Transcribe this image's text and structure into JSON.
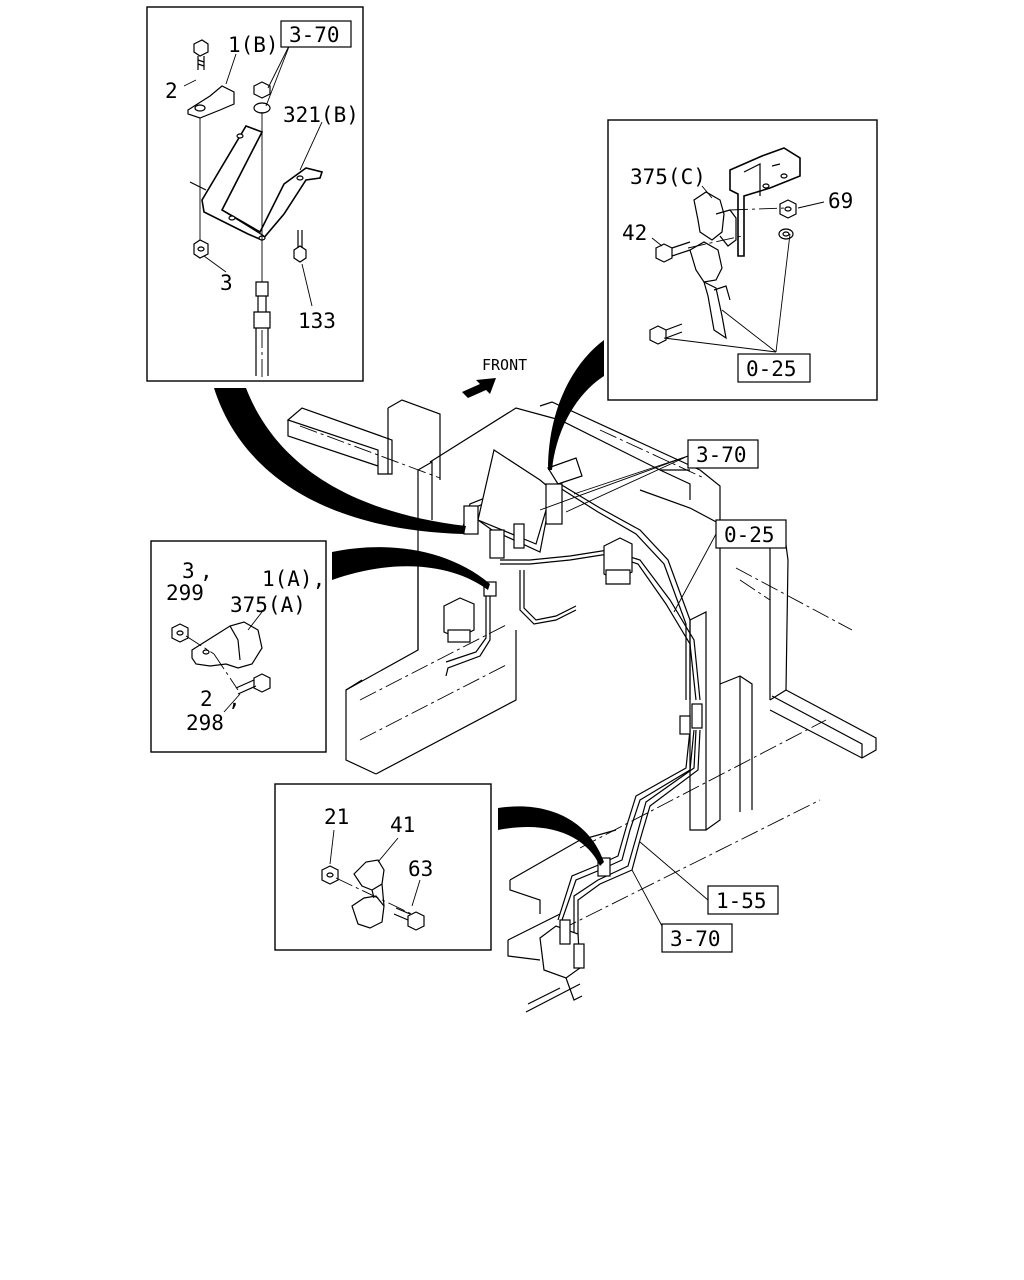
{
  "direction": {
    "label": "FRONT"
  },
  "ref_codes": {
    "top_left_box": "3-70",
    "top_right_box": "0-25",
    "main_upper": "3-70",
    "main_mid": "0-25",
    "main_lower_a": "1-55",
    "main_lower_b": "3-70"
  },
  "detail_top_left": {
    "labels": [
      "1(B)",
      "2",
      "321(B)",
      "3",
      "133"
    ]
  },
  "detail_top_right": {
    "labels": [
      "375(C)",
      "69",
      "42"
    ]
  },
  "detail_mid_left": {
    "labels": [
      "3",
      ",",
      "299",
      "1(A),",
      "375(A)",
      "2",
      ",",
      "298"
    ]
  },
  "detail_bottom": {
    "labels": [
      "21",
      "41",
      "63"
    ]
  }
}
